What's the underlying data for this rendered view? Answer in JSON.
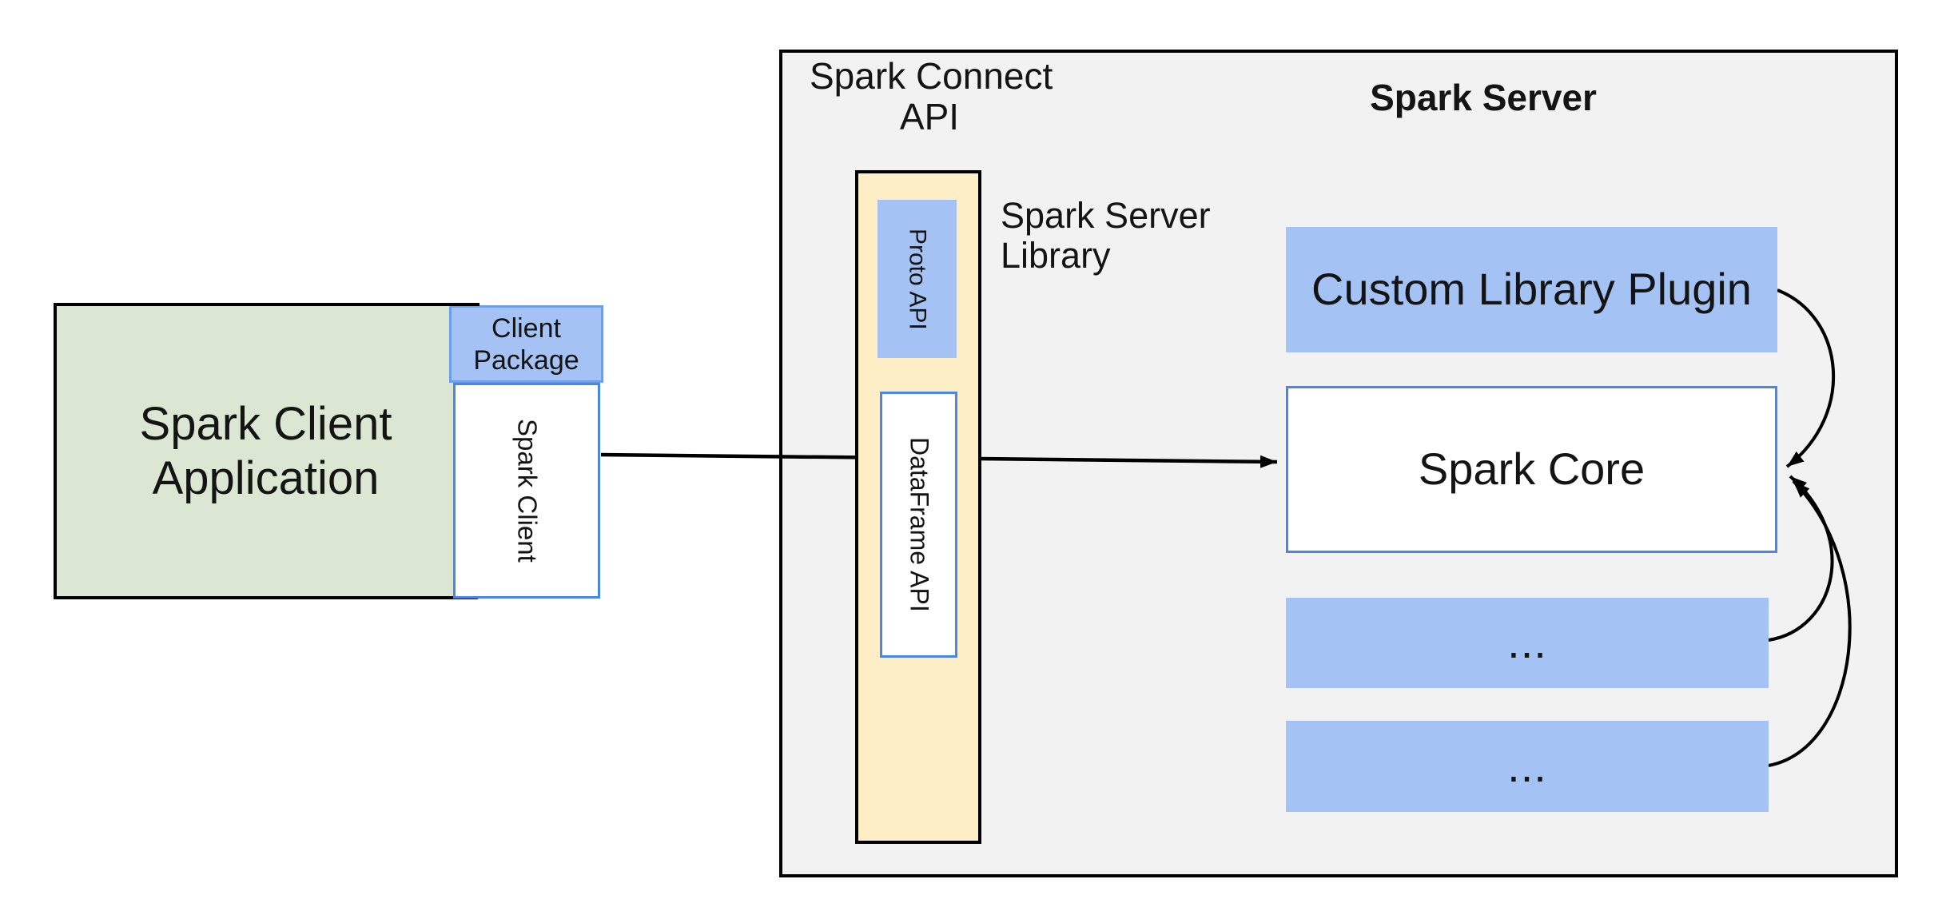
{
  "labels": {
    "spark_connect_api": {
      "line1": "Spark Connect",
      "line2": "API"
    },
    "spark_server_title": "Spark Server",
    "spark_server_library": {
      "line1": "Spark Server",
      "line2": "Library"
    },
    "proto_api": "Proto API",
    "dataframe_api": "DataFrame API",
    "custom_library_plugin": "Custom Library Plugin",
    "spark_core": "Spark Core",
    "plugin_more_1": "...",
    "plugin_more_2": "...",
    "spark_client_application": {
      "line1": "Spark Client",
      "line2": "Application"
    },
    "client_package": {
      "line1": "Client",
      "line2": "Package"
    },
    "spark_client": "Spark Client"
  },
  "colors": {
    "box_blue": "#a4c2f4",
    "box_green": "#dbe7d3",
    "box_yellow": "#fdeec6",
    "panel_gray": "#f2f2f2",
    "border_blue": "#4a86e8",
    "border_blue_light": "#6d9eeb",
    "border_black": "#000000",
    "arrow": "#000000",
    "text": "#141414"
  }
}
